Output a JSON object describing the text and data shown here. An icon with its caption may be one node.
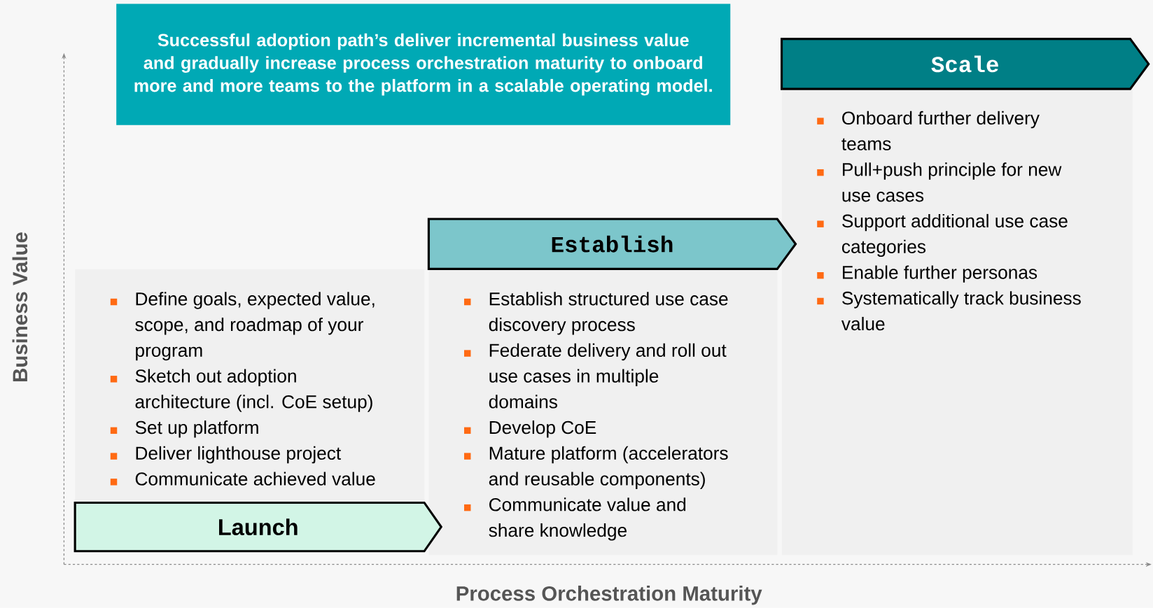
{
  "diagram": {
    "nodes": [
      {
        "text": [
          "Successful adoption path’s deliver incremental business value and gradually increase process orchestration maturity to onboard more and more teams to the platform in a scalable operating model."
        ]
      },
      {
        "text": [
          "Define goals, expected value, scope, and roadmap of your program",
          "Sketch out adoption architecture (incl. CoE setup)",
          "Set up platform",
          "Deliver lighthouse project",
          "Communicate achieved value"
        ]
      },
      {
        "text": [
          "Launch"
        ]
      },
      {
        "text": [
          "Establish structured use case discovery process",
          "Federate delivery and roll out use cases in multiple domains",
          "Develop CoE",
          "Mature platform (accelerators and reusable components)",
          "Communicate value and share knowledge"
        ]
      },
      {
        "text": [
          "Establish"
        ]
      },
      {
        "text": [
          "Onboard further delivery teams",
          "Pull+push principle for new use cases",
          "Support additional use case categories",
          "Enable further personas",
          "Systematically track business value"
        ]
      },
      {
        "text": [
          "Scale"
        ]
      }
    ],
    "edges": [],
    "labels": [
      "Business Value",
      "Process Orchestration Maturity"
    ]
  }
}
